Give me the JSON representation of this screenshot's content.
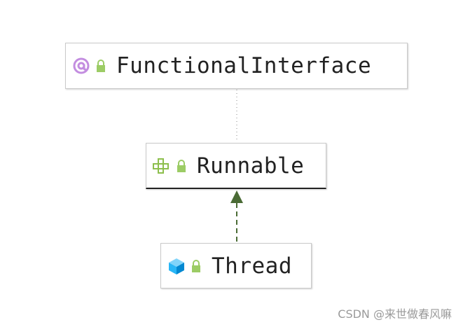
{
  "nodes": {
    "functional_interface": {
      "label": "FunctionalInterface",
      "icon": "annotation-icon"
    },
    "runnable": {
      "label": "Runnable",
      "icon": "interface-icon"
    },
    "thread": {
      "label": "Thread",
      "icon": "class-icon"
    }
  },
  "edges": [
    {
      "from": "runnable",
      "to": "functional_interface",
      "style": "dotted-annotation"
    },
    {
      "from": "thread",
      "to": "runnable",
      "style": "dashed-implements"
    }
  ],
  "colors": {
    "annotation": "#c38de0",
    "interface": "#8dbf4d",
    "class": "#4fc3f7",
    "lock": "#9ccc65",
    "arrow": "#4a6b35"
  },
  "watermark": "CSDN @来世做春风嘛"
}
